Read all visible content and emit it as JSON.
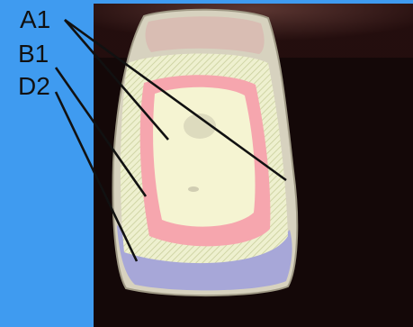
{
  "labels": {
    "a1": "A1",
    "b1": "B1",
    "d2": "D2"
  },
  "colors": {
    "background": "#3f9bf0",
    "photo_background": "#140808",
    "zone_a1": "#f5f4d2",
    "zone_b1": "#f6a6ae",
    "zone_d2": "#a7a7d8",
    "hatch": "#d9ddb0",
    "leader_lines": "#111111"
  }
}
